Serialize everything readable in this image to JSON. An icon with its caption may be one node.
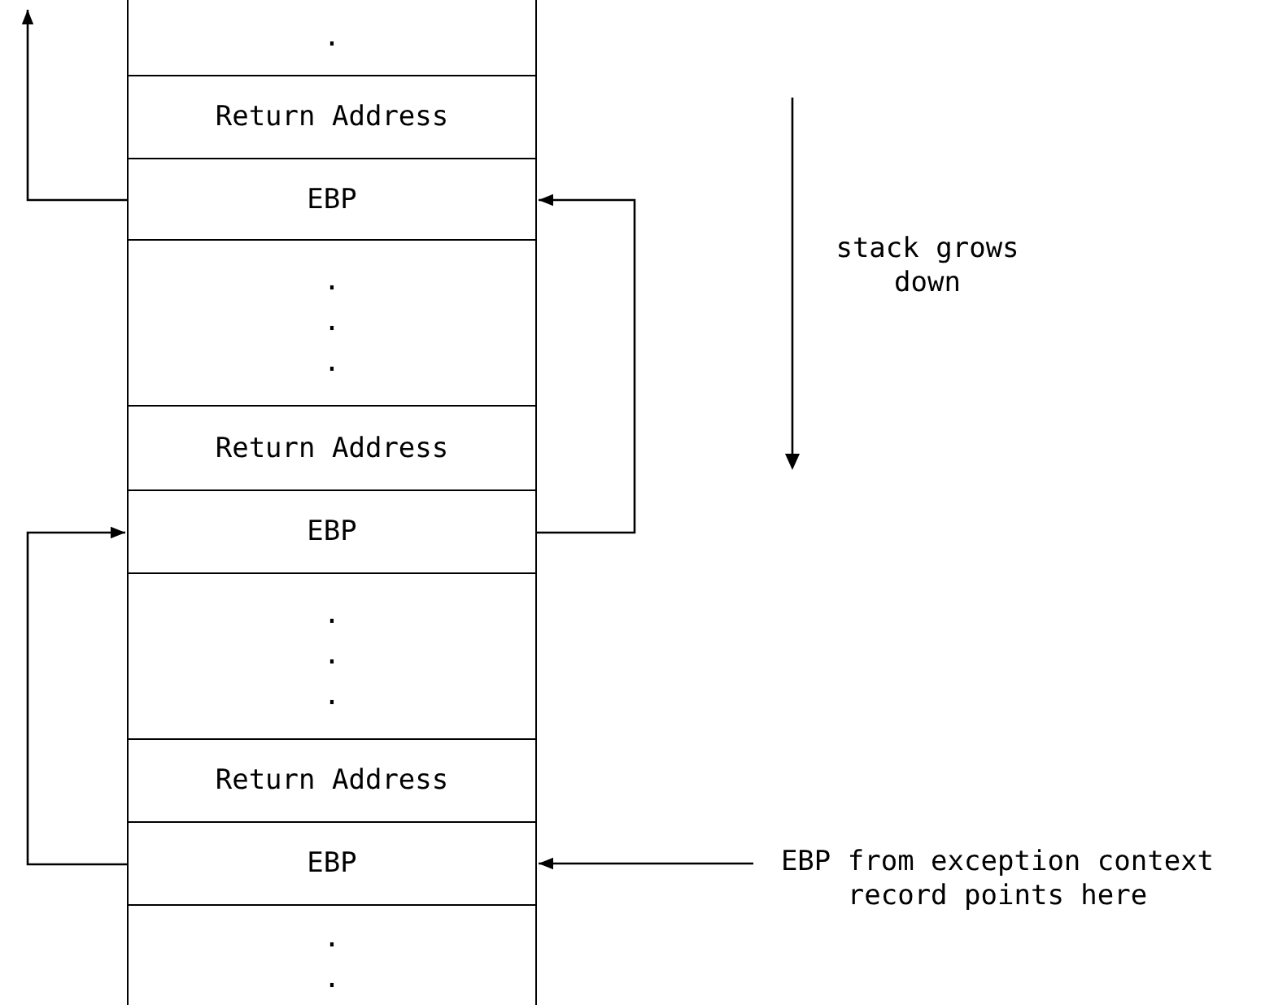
{
  "diagram": {
    "nodes": [
      {
        "text": [
          "."
        ]
      },
      {
        "text": [
          "Return Address"
        ]
      },
      {
        "text": [
          "EBP"
        ]
      },
      {
        "text": [
          ". . ."
        ]
      },
      {
        "text": [
          "Return Address"
        ]
      },
      {
        "text": [
          "EBP"
        ]
      },
      {
        "text": [
          ". . ."
        ]
      },
      {
        "text": [
          "Return Address"
        ]
      },
      {
        "text": [
          "EBP"
        ]
      },
      {
        "text": [
          ". ."
        ]
      },
      {
        "text": [
          "EBP from exception context record points here"
        ]
      }
    ],
    "edges": [
      {
        "from": 2,
        "to": null,
        "arrow": "to"
      },
      {
        "from": 5,
        "to": 2,
        "arrow": "to"
      },
      {
        "from": 8,
        "to": 5,
        "arrow": "to"
      },
      {
        "from": 10,
        "to": 8,
        "arrow": "to"
      }
    ],
    "labels": [
      "stack grows down"
    ]
  }
}
